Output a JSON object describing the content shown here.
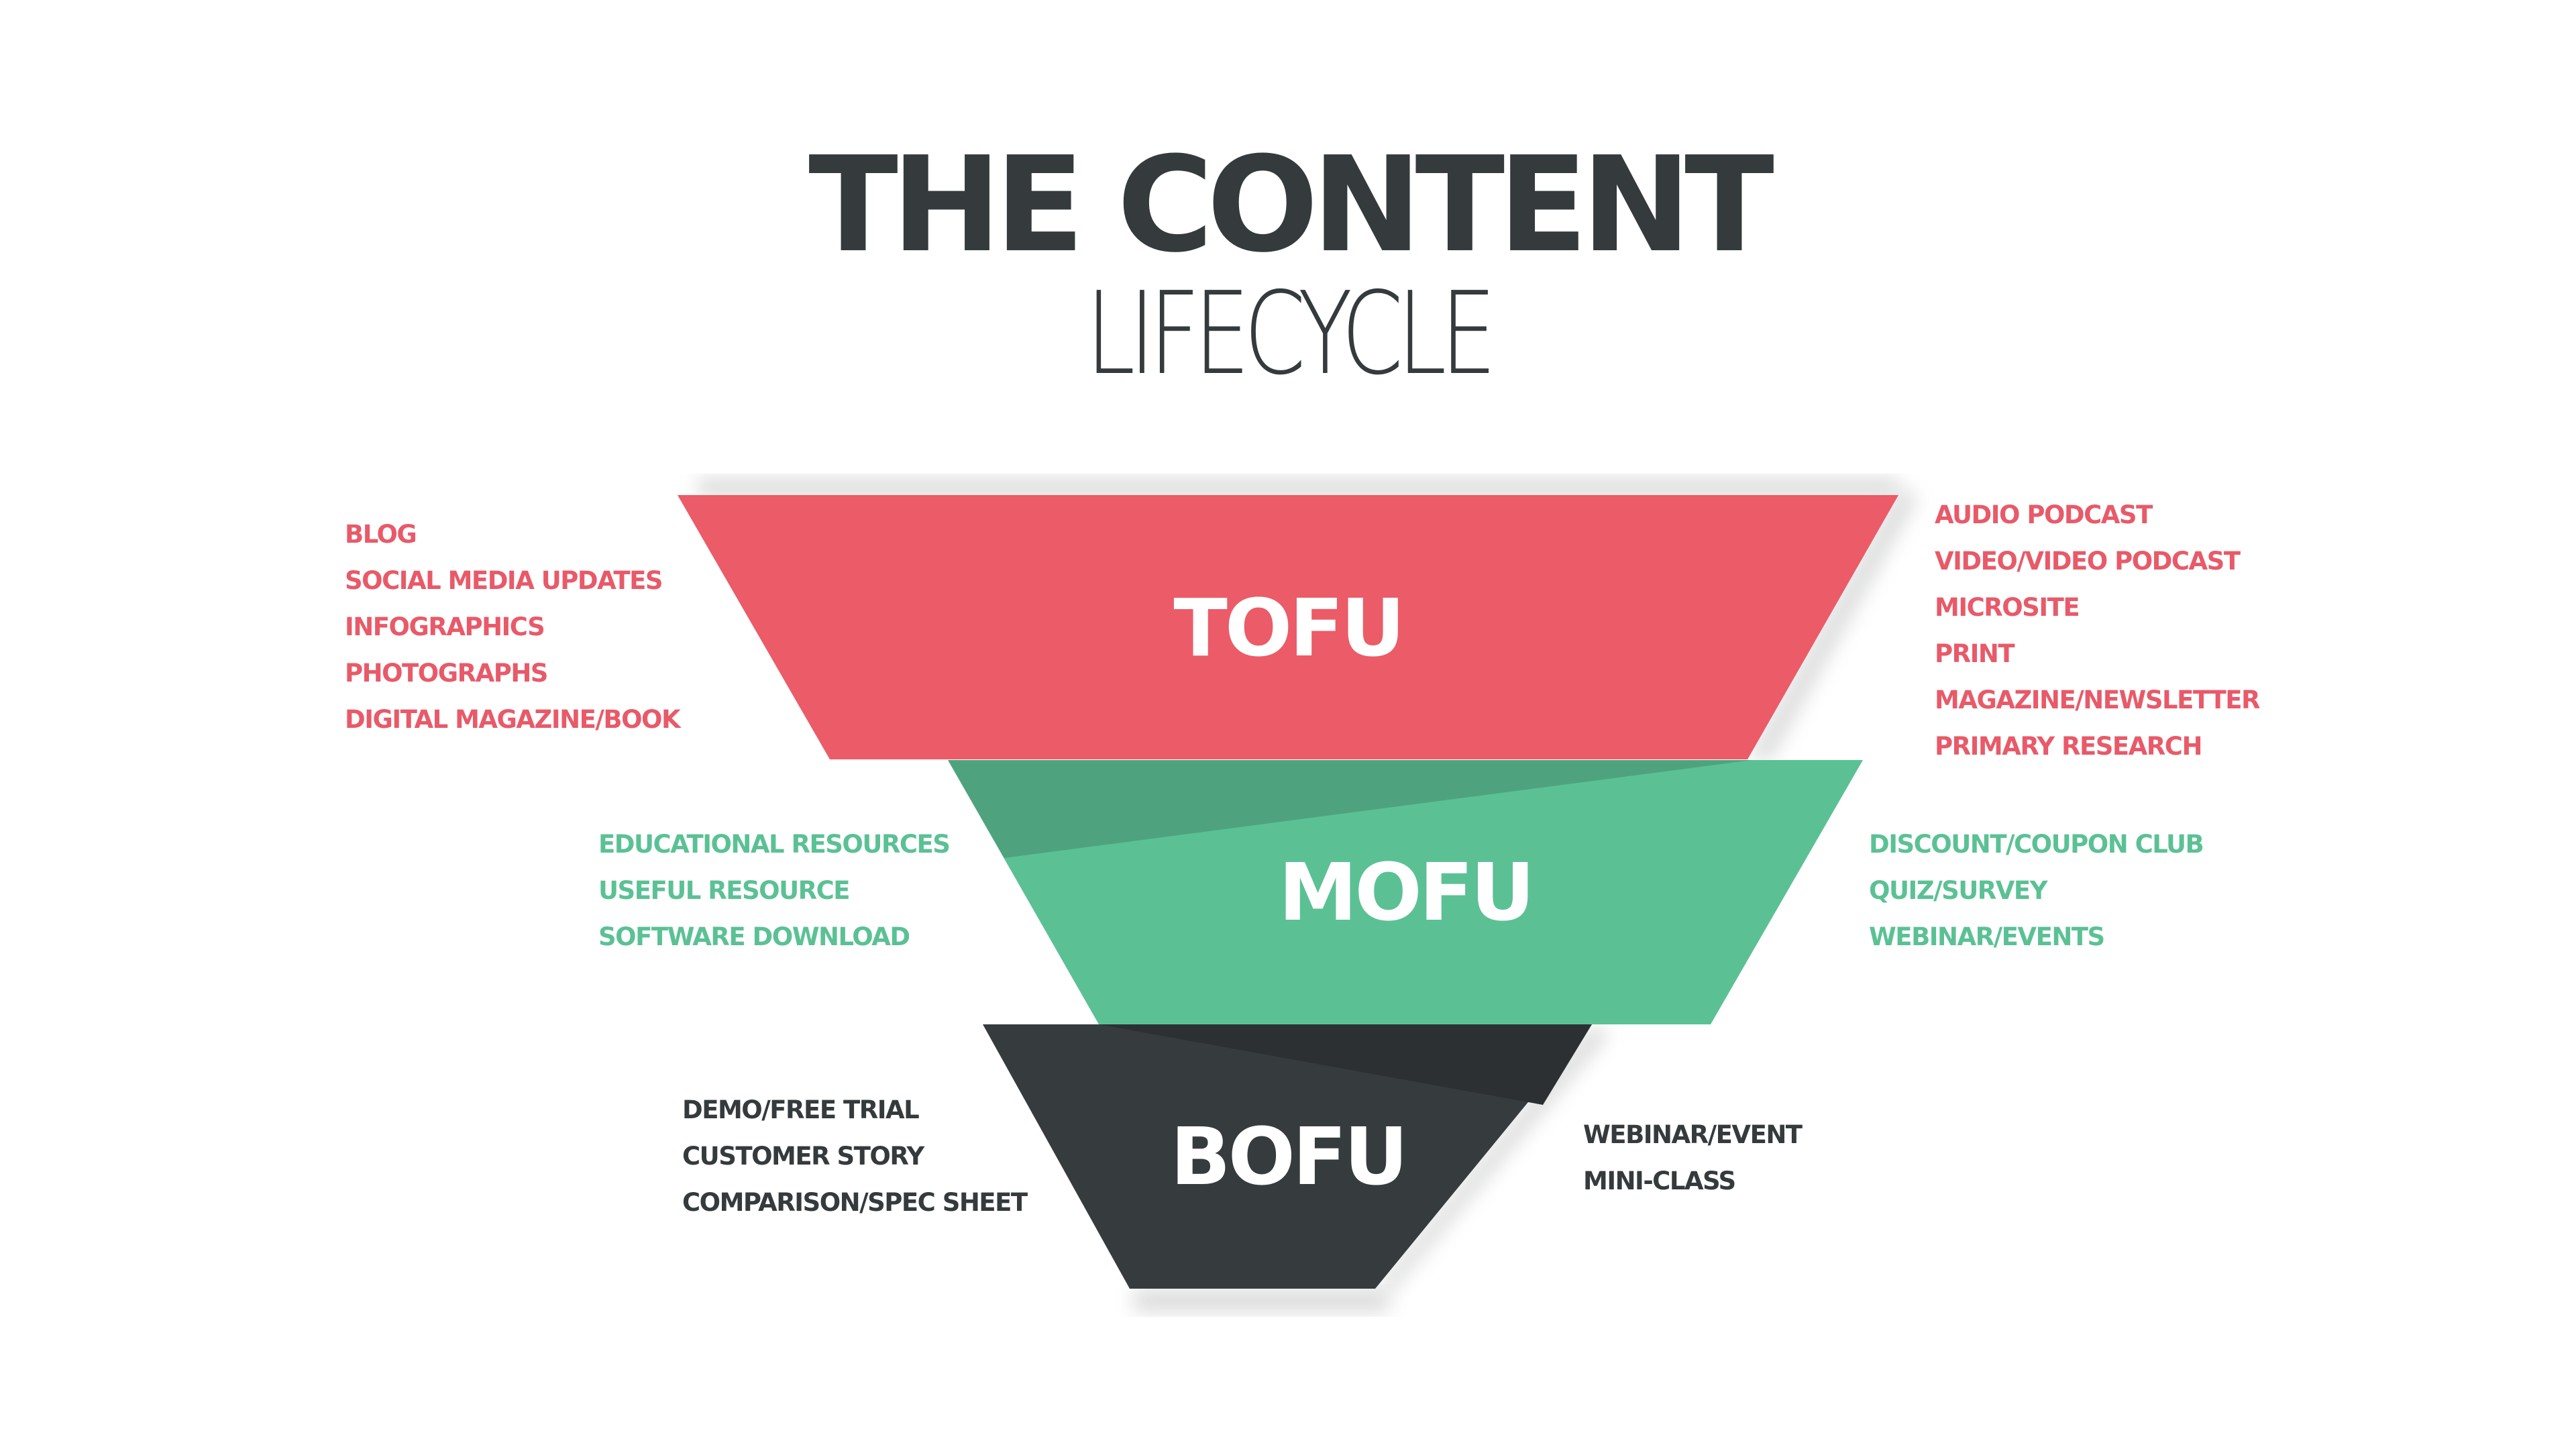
{
  "title": {
    "line1": "THE CONTENT",
    "line2": "LIFECYCLE"
  },
  "colors": {
    "tofu": "#EC5B68",
    "mofu": "#5BC195",
    "mofu_shade": "#4EA37E",
    "bofu": "#363B3E",
    "bofu_shade": "#2C3033",
    "text_dark": "#353A3C",
    "background": "#FFFFFF"
  },
  "stages": {
    "tofu": {
      "label": "TOFU",
      "left_items": [
        "BLOG",
        "SOCIAL MEDIA UPDATES",
        "INFOGRAPHICS",
        "PHOTOGRAPHS",
        "DIGITAL MAGAZINE/BOOK"
      ],
      "right_items": [
        "AUDIO PODCAST",
        "VIDEO/VIDEO PODCAST",
        "MICROSITE",
        "PRINT",
        "MAGAZINE/NEWSLETTER",
        "PRIMARY RESEARCH"
      ]
    },
    "mofu": {
      "label": "MOFU",
      "left_items": [
        "EDUCATIONAL RESOURCES",
        "USEFUL RESOURCE",
        "SOFTWARE DOWNLOAD"
      ],
      "right_items": [
        "DISCOUNT/COUPON CLUB",
        "QUIZ/SURVEY",
        "WEBINAR/EVENTS"
      ]
    },
    "bofu": {
      "label": "BOFU",
      "left_items": [
        "DEMO/FREE TRIAL",
        "CUSTOMER STORY",
        "COMPARISON/SPEC SHEET"
      ],
      "right_items": [
        "WEBINAR/EVENT",
        "MINI-CLASS"
      ]
    }
  }
}
